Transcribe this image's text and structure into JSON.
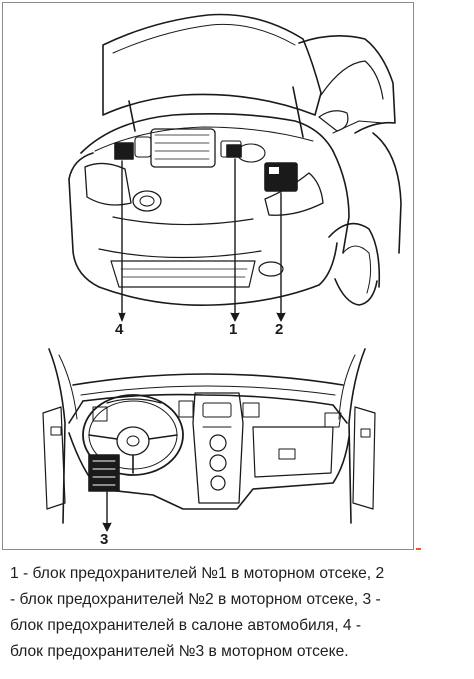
{
  "figure": {
    "callouts": [
      "1",
      "2",
      "3",
      "4"
    ]
  },
  "caption": {
    "lines": [
      "1 - блок предохранителей №1 в моторном отсеке, 2",
      "- блок предохранителей №2 в моторном отсеке, 3 -",
      "блок предохранителей в салоне автомобиля, 4 -",
      "блок предохранителей №3 в моторном отсеке."
    ]
  },
  "colors": {
    "frame": "#8a8a8a",
    "accent_mark": "#e4572e",
    "ink": "#1a1a1a"
  }
}
